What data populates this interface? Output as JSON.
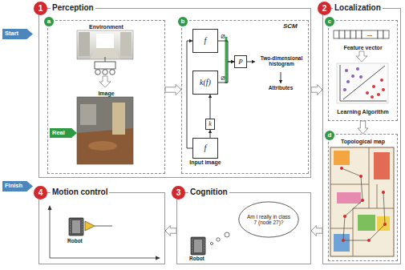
{
  "diagram": {
    "nodes": [
      {
        "text": [
          "Perception"
        ]
      },
      {
        "text": [
          "1"
        ],
        "in": 0
      },
      {
        "text": [
          "Environment",
          "Image"
        ],
        "in": 0
      },
      {
        "text": [
          "a"
        ],
        "in": 2
      },
      {
        "text": [
          "Real"
        ],
        "in": 2
      },
      {
        "text": [
          "SCM"
        ],
        "in": 0
      },
      {
        "text": [
          "b"
        ],
        "in": 5
      },
      {
        "text": [
          "f"
        ],
        "in": 5
      },
      {
        "text": [
          "k(f)"
        ],
        "in": 5
      },
      {
        "text": [
          "k"
        ],
        "in": 5
      },
      {
        "text": [
          "f",
          "Input image"
        ],
        "in": 5
      },
      {
        "text": [
          "P"
        ],
        "in": 5
      },
      {
        "text": [
          "Two-dimensional histogram"
        ],
        "in": 5
      },
      {
        "text": [
          "Attributes"
        ],
        "in": 5
      },
      {
        "text": [
          "Localization"
        ]
      },
      {
        "text": [
          "2"
        ],
        "in": 14
      },
      {
        "text": [
          "Feature vector",
          "Learning Algorithm"
        ],
        "in": 14
      },
      {
        "text": [
          "c"
        ],
        "in": 16
      },
      {
        "text": [
          "Topological map"
        ],
        "in": 14
      },
      {
        "text": [
          "d"
        ],
        "in": 18
      },
      {
        "text": [
          "Cognition"
        ]
      },
      {
        "text": [
          "3"
        ],
        "in": 20
      },
      {
        "text": [
          "Am I really in class 7 (node 27)?"
        ],
        "in": 20
      },
      {
        "text": [
          "Motion control"
        ]
      },
      {
        "text": [
          "4"
        ],
        "in": 23
      },
      {
        "text": [
          "Start"
        ]
      },
      {
        "text": [
          "Finish"
        ]
      }
    ],
    "edges": [
      {
        "from": 2,
        "to": 5,
        "arrow": "to"
      },
      {
        "from": 10,
        "to": 9,
        "arrow": "to"
      },
      {
        "from": 9,
        "to": 8,
        "arrow": "to"
      },
      {
        "from": 10,
        "to": 7,
        "arrow": "to"
      },
      {
        "from": 7,
        "to": 11,
        "label": "Ø",
        "arrow": "to"
      },
      {
        "from": 8,
        "to": 11,
        "label": "Ø",
        "arrow": "to"
      },
      {
        "from": 11,
        "to": 12,
        "arrow": "to"
      },
      {
        "from": 12,
        "to": 13,
        "arrow": "to"
      },
      {
        "from": 0,
        "to": 14,
        "arrow": "to"
      },
      {
        "from": 16,
        "to": 18,
        "arrow": "to"
      },
      {
        "from": 14,
        "to": 20,
        "arrow": "to"
      },
      {
        "from": 20,
        "to": 23,
        "arrow": "to"
      }
    ],
    "labels": [
      "...",
      "Robot",
      "Robot"
    ]
  }
}
